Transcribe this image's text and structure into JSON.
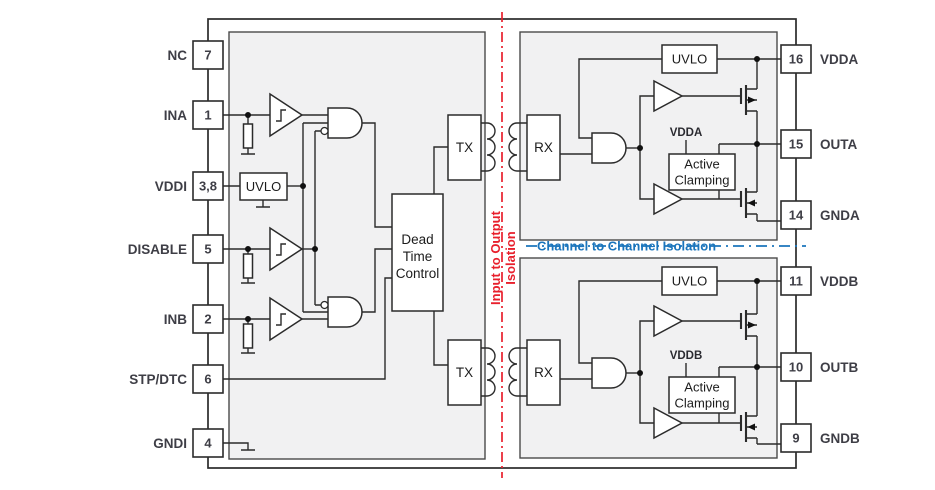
{
  "diagram": {
    "pins_left": [
      {
        "label": "NC",
        "number": "7"
      },
      {
        "label": "INA",
        "number": "1"
      },
      {
        "label": "VDDI",
        "number": "3,8"
      },
      {
        "label": "DISABLE",
        "number": "5"
      },
      {
        "label": "INB",
        "number": "2"
      },
      {
        "label": "STP/DTC",
        "number": "6"
      },
      {
        "label": "GNDI",
        "number": "4"
      }
    ],
    "pins_right": [
      {
        "label": "VDDA",
        "number": "16"
      },
      {
        "label": "OUTA",
        "number": "15"
      },
      {
        "label": "GNDA",
        "number": "14"
      },
      {
        "label": "VDDB",
        "number": "11"
      },
      {
        "label": "OUTB",
        "number": "10"
      },
      {
        "label": "GNDB",
        "number": "9"
      }
    ],
    "blocks": {
      "uvlo_input": "UVLO",
      "uvlo_a": "UVLO",
      "uvlo_b": "UVLO",
      "tx": "TX",
      "rx": "RX",
      "dead_time": [
        "Dead",
        "Time",
        "Control"
      ],
      "active_clamping": [
        "Active",
        "Clamping"
      ],
      "vdda": "VDDA",
      "vddb": "VDDB"
    },
    "isolation": {
      "input_to_output": [
        "Input to Output",
        "Isolation"
      ],
      "channel_to_channel": "Channel to Channel Isolation"
    },
    "colors": {
      "isolation_red": "#e8202d",
      "isolation_blue": "#1b75bc",
      "line": "#2b2b2b",
      "block_fill": "#f1f1f2"
    }
  }
}
